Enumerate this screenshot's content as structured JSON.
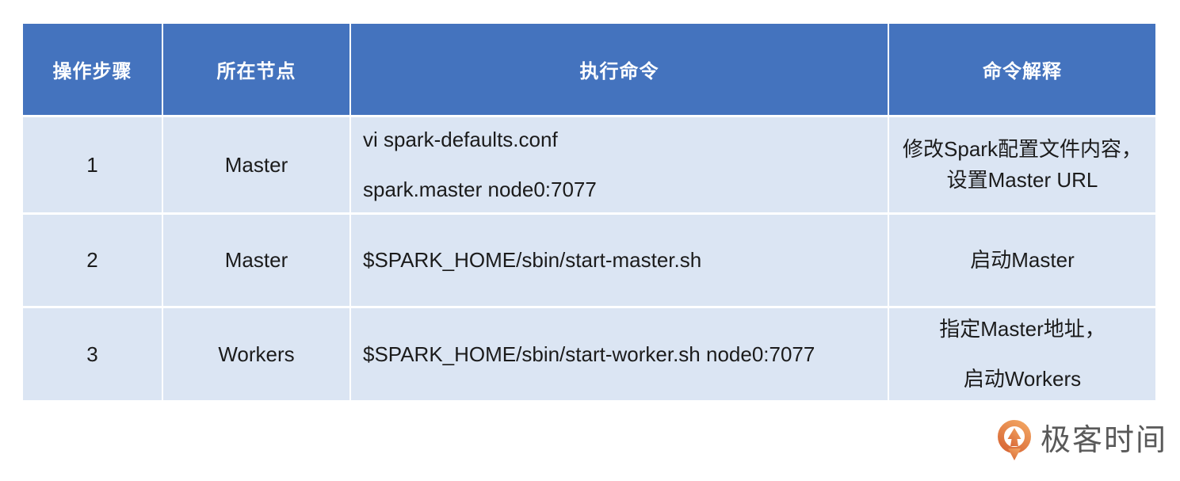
{
  "table": {
    "headers": [
      "操作步骤",
      "所在节点",
      "执行命令",
      "命令解释"
    ],
    "rows": [
      {
        "step": "1",
        "node": "Master",
        "command_lines": [
          "vi spark-defaults.conf",
          "spark.master node0:7077"
        ],
        "explanation_lines": [
          "修改Spark配置文件内容，",
          "设置Master URL"
        ]
      },
      {
        "step": "2",
        "node": "Master",
        "command_lines": [
          "$SPARK_HOME/sbin/start-master.sh"
        ],
        "explanation_lines": [
          "启动Master"
        ]
      },
      {
        "step": "3",
        "node": "Workers",
        "command_lines": [
          "$SPARK_HOME/sbin/start-worker.sh node0:7077"
        ],
        "explanation_lines": [
          "指定Master地址，",
          "启动Workers"
        ]
      }
    ]
  },
  "logo": {
    "brand_text": "极客时间",
    "icon_name": "geektime-pin-icon"
  },
  "colors": {
    "header_bg": "#4473be",
    "header_text": "#ffffff",
    "row_bg": "#dbe5f3",
    "body_text": "#1b1b1b",
    "logo_text": "#595959",
    "logo_orange_light": "#f0a05e",
    "logo_orange_dark": "#d96a38"
  }
}
